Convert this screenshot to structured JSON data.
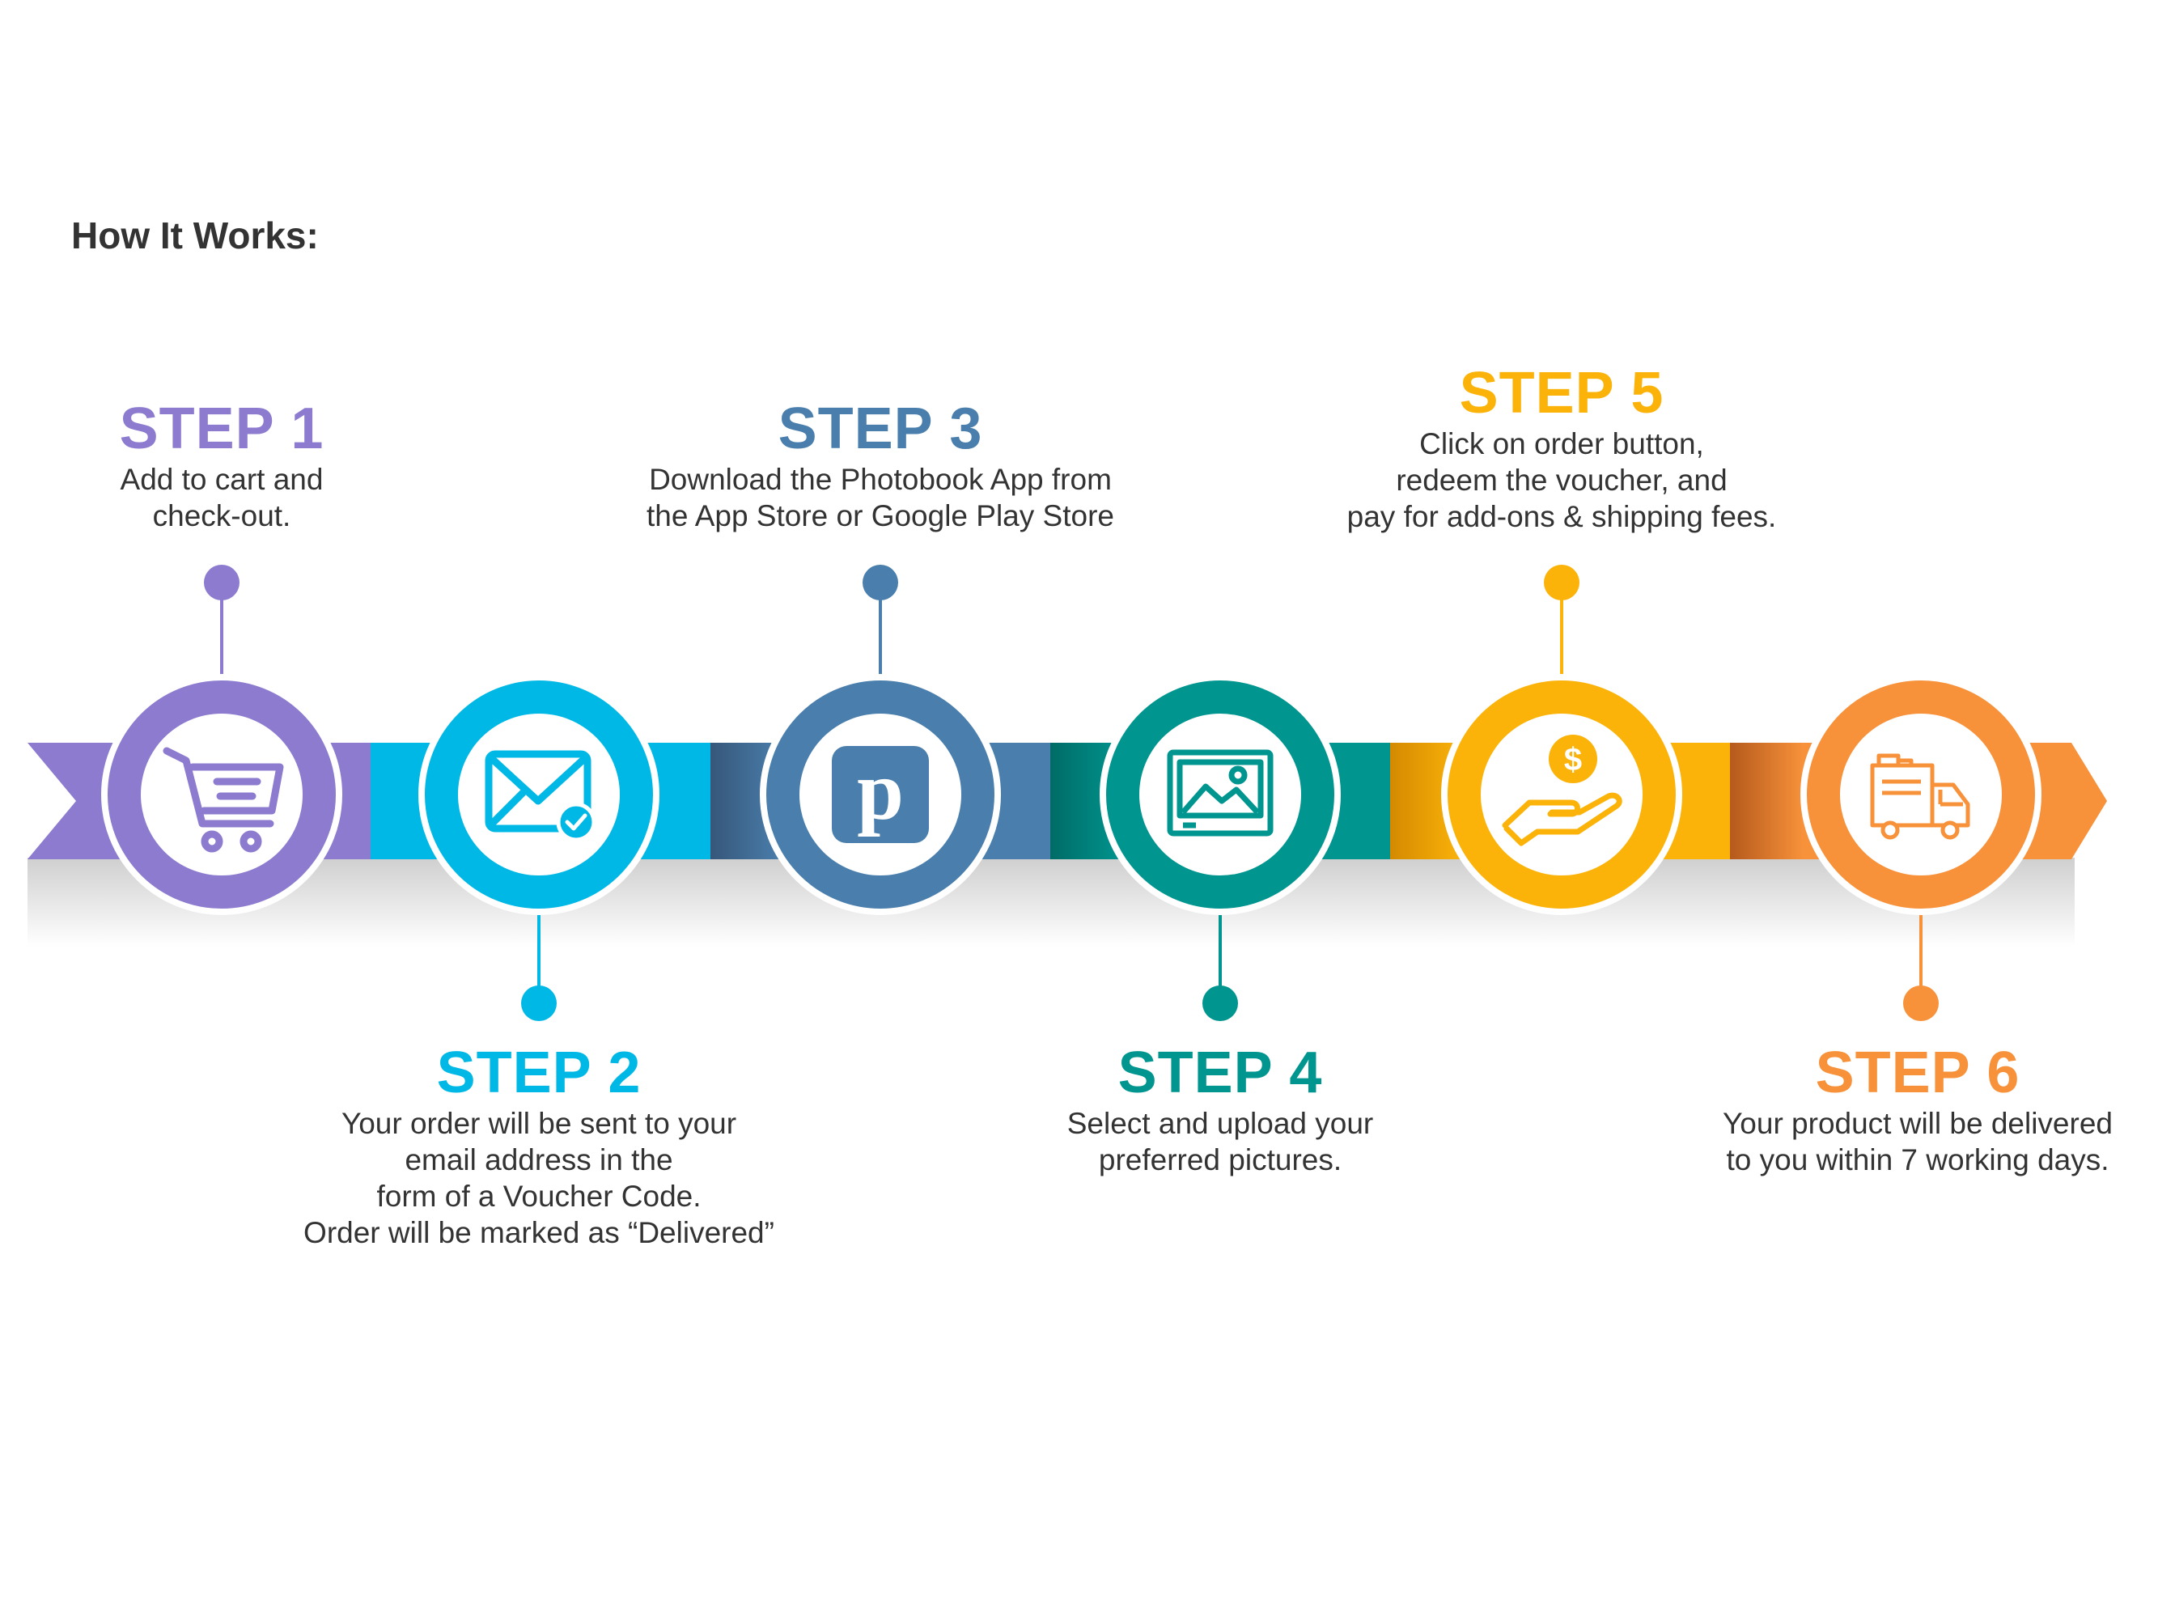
{
  "title": "How It Works:",
  "steps": [
    {
      "heading": "STEP 1",
      "color": "#8c7bcf",
      "icon": "shopping-cart-icon",
      "lines": [
        "Add to cart and",
        "check-out."
      ]
    },
    {
      "heading": "STEP 2",
      "color": "#00b8e6",
      "icon": "envelope-check-icon",
      "lines": [
        "Your order will be sent to your",
        "email address in the",
        "form of a Voucher Code.",
        "Order will be marked as “Delivered”"
      ]
    },
    {
      "heading": "STEP 3",
      "color": "#4a7fad",
      "icon": "photobook-app-icon",
      "icon_letter": "p",
      "lines": [
        "Download the Photobook App from",
        "the App Store or Google Play Store"
      ]
    },
    {
      "heading": "STEP 4",
      "color": "#00958f",
      "icon": "picture-frame-icon",
      "lines": [
        "Select and upload your",
        "preferred pictures."
      ]
    },
    {
      "heading": "STEP 5",
      "color": "#fbb30a",
      "icon": "hand-dollar-icon",
      "icon_symbol": "$",
      "lines": [
        "Click on order button,",
        "redeem the voucher, and",
        "pay for add-ons & shipping fees."
      ]
    },
    {
      "heading": "STEP 6",
      "color": "#f7913a",
      "icon": "delivery-truck-icon",
      "lines": [
        "Your product will be delivered",
        "to you within 7 working days."
      ]
    }
  ]
}
